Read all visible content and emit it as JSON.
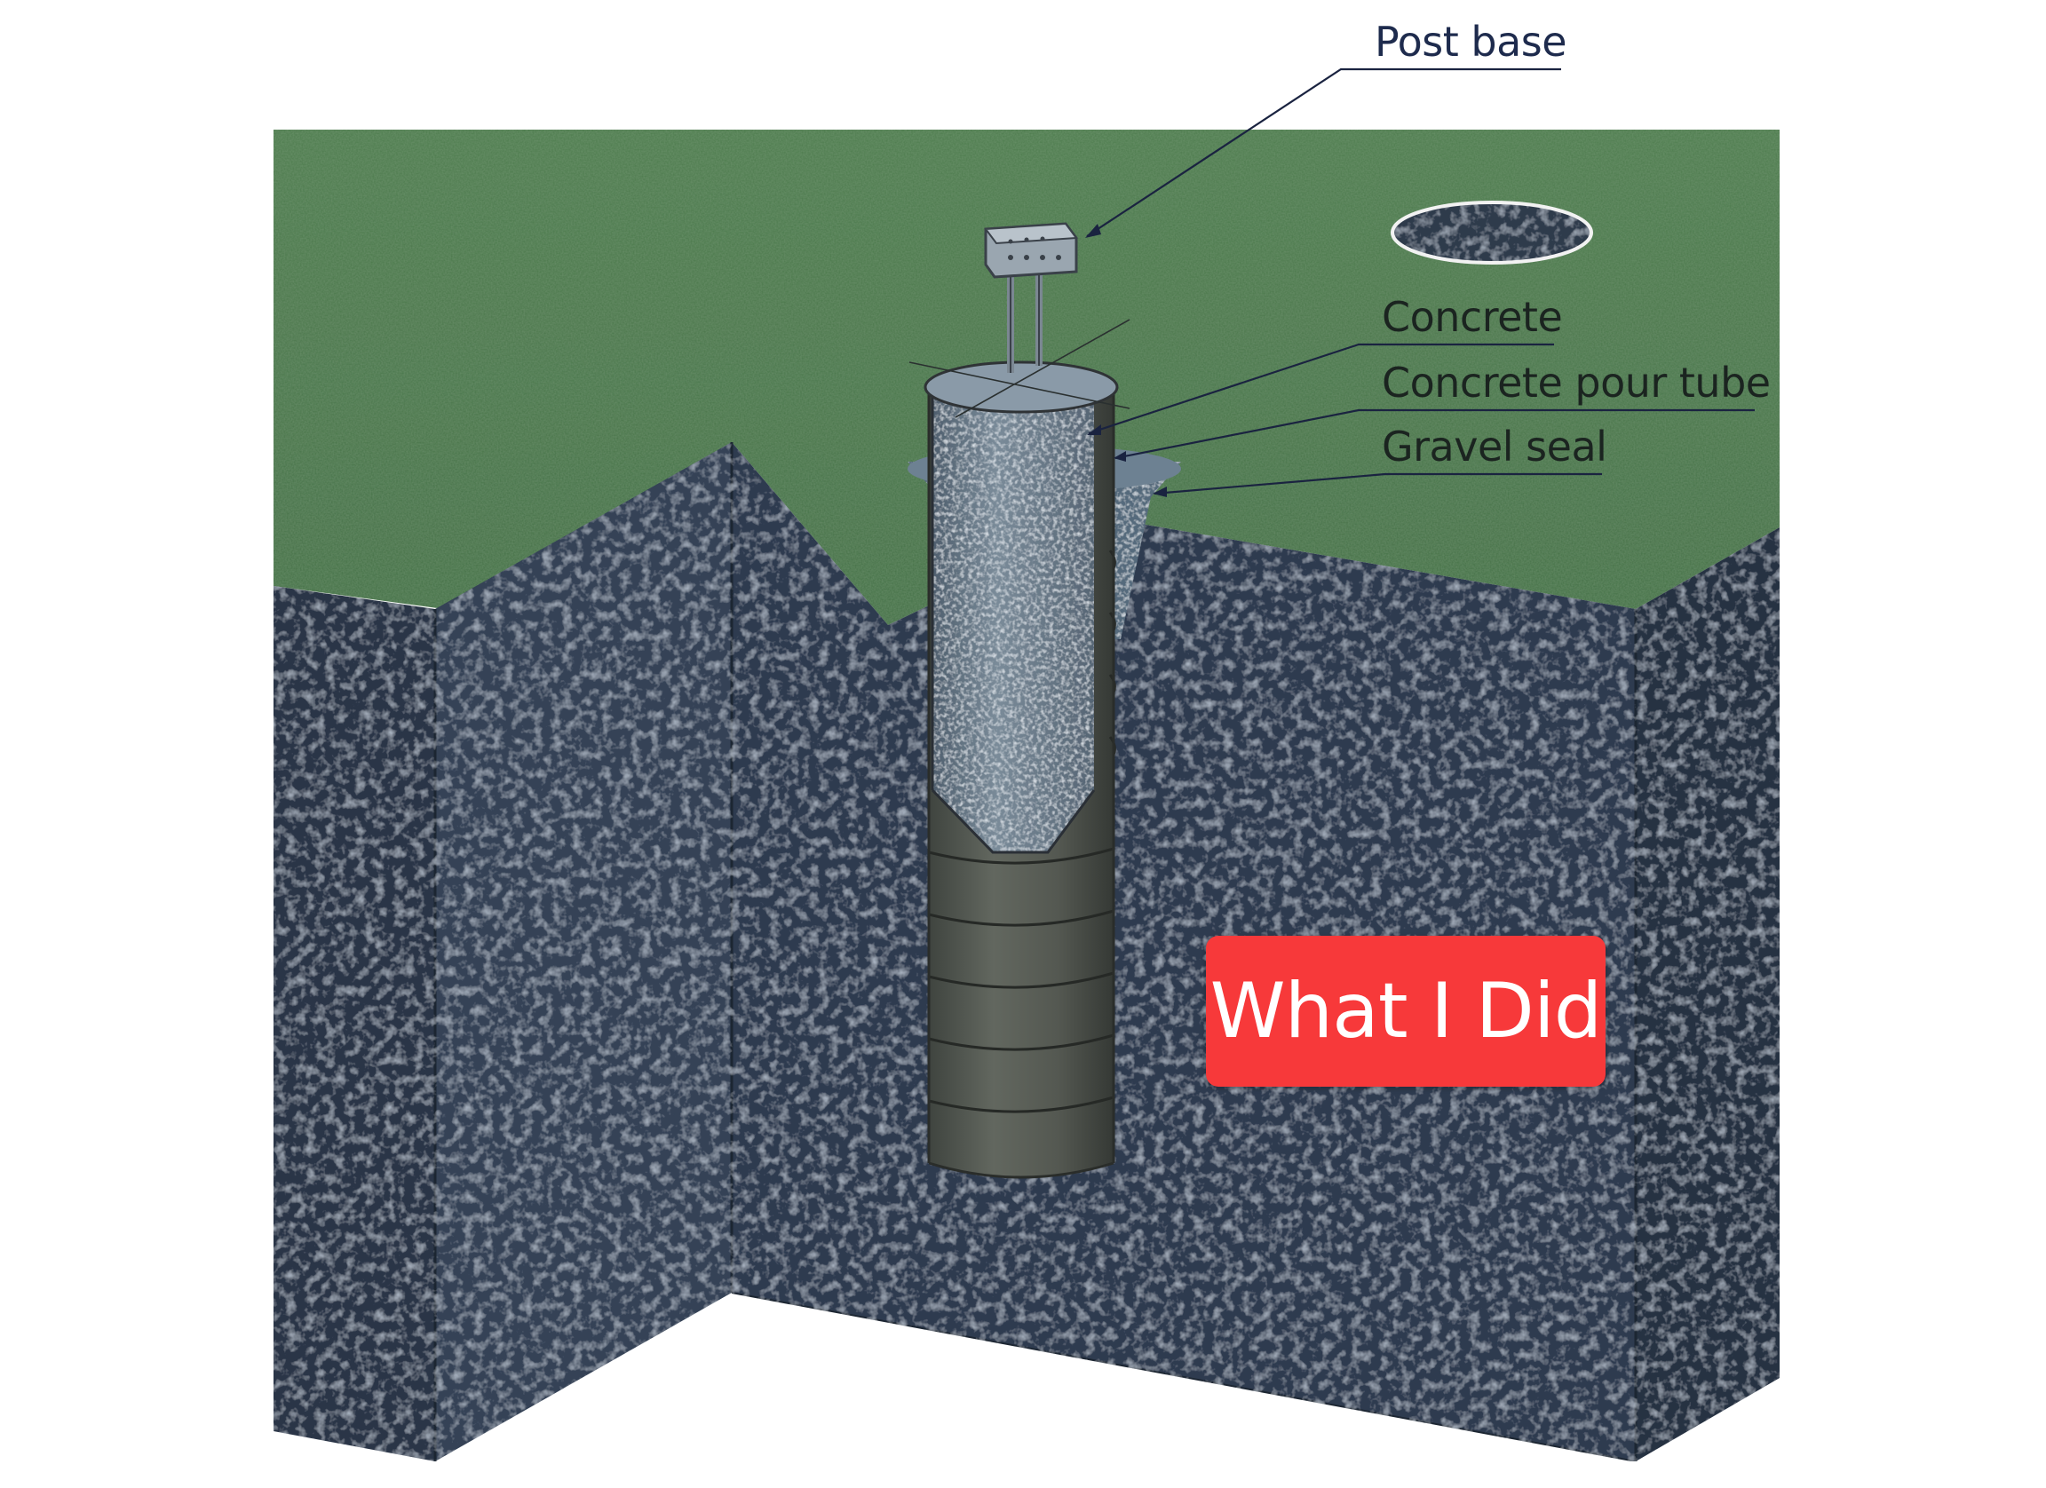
{
  "labels": {
    "post_base": "Post base",
    "concrete": "Concrete",
    "concrete_pour_tube": "Concrete pour tube",
    "gravel_seal": "Gravel seal"
  },
  "badge": {
    "text": "What I Did",
    "color": "#f7393a"
  },
  "colors": {
    "grass": "#4a7a4a",
    "soil": "#2e3a4c",
    "concrete": "#6f808f",
    "tube": "#5a5e5a",
    "leader_line": "#1a2340"
  }
}
